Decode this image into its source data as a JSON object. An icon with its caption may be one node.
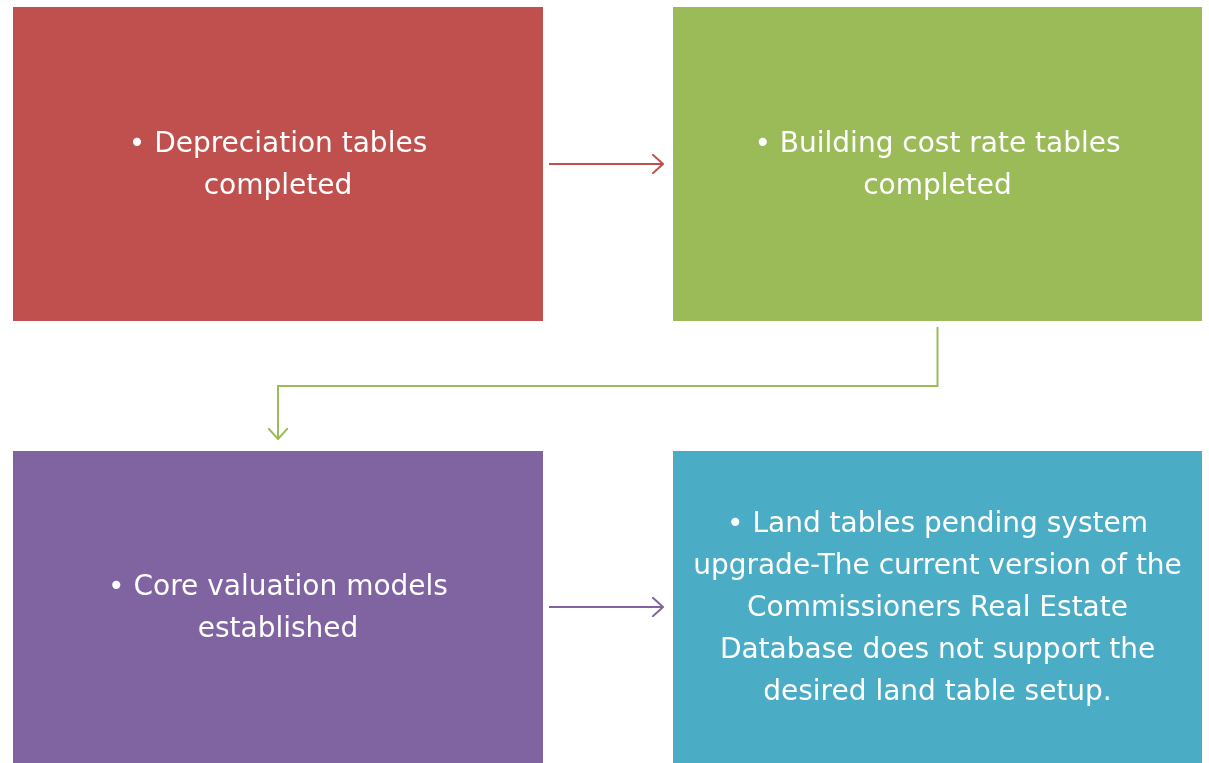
{
  "diagram": {
    "nodes": [
      {
        "text": [
          "• Depreciation tables completed"
        ]
      },
      {
        "text": [
          "• Building cost rate tables completed"
        ]
      },
      {
        "text": [
          "• Core valuation models established"
        ]
      },
      {
        "text": [
          "• Land tables pending system upgrade-The current version of the Commissioners Real Estate Database does not support the desired land table setup."
        ]
      }
    ],
    "edges": [
      {
        "from": 0,
        "to": 1,
        "arrow": "to",
        "color": "#c0504d"
      },
      {
        "from": 1,
        "to": 2,
        "arrow": "to",
        "color": "#9bbb59"
      },
      {
        "from": 2,
        "to": 3,
        "arrow": "to",
        "color": "#8064a2"
      }
    ]
  }
}
